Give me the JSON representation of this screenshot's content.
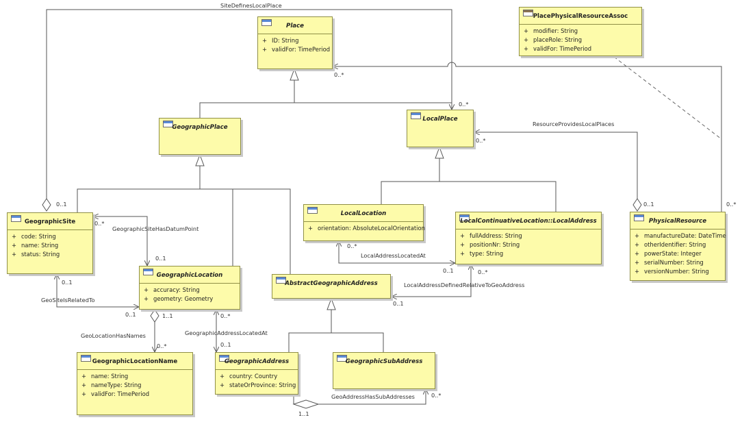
{
  "classes": {
    "place": {
      "name": "Place",
      "attributes": [
        {
          "visibility": "+",
          "text": "ID: String"
        },
        {
          "visibility": "+",
          "text": "validFor: TimePeriod"
        }
      ]
    },
    "place_physical_resource_assoc": {
      "name": "PlacePhysicalResourceAssoc",
      "attributes": [
        {
          "visibility": "+",
          "text": "modifier: String"
        },
        {
          "visibility": "+",
          "text": "placeRole: String"
        },
        {
          "visibility": "+",
          "text": "validFor: TimePeriod"
        }
      ]
    },
    "geographic_place": {
      "name": "GeographicPlace"
    },
    "local_place": {
      "name": "LocalPlace"
    },
    "geographic_site": {
      "name": "GeographicSite",
      "attributes": [
        {
          "visibility": "+",
          "text": "code: String"
        },
        {
          "visibility": "+",
          "text": "name: String"
        },
        {
          "visibility": "+",
          "text": "status: String"
        }
      ]
    },
    "local_location": {
      "name": "LocalLocation",
      "attributes": [
        {
          "visibility": "+",
          "text": "orientation: AbsoluteLocalOrientation"
        }
      ]
    },
    "local_continuative_location": {
      "name": "LocalContinuativeLocation::LocalAddress",
      "attributes": [
        {
          "visibility": "+",
          "text": "fullAddress: String"
        },
        {
          "visibility": "+",
          "text": "positionNr: String"
        },
        {
          "visibility": "+",
          "text": "type: String"
        }
      ]
    },
    "physical_resource": {
      "name": "PhysicalResource",
      "attributes": [
        {
          "visibility": "+",
          "text": "manufactureDate: DateTime"
        },
        {
          "visibility": "+",
          "text": "otherIdentifier: String"
        },
        {
          "visibility": "+",
          "text": "powerState: Integer"
        },
        {
          "visibility": "+",
          "text": "serialNumber: String"
        },
        {
          "visibility": "+",
          "text": "versionNumber: String"
        }
      ]
    },
    "geographic_location": {
      "name": "GeographicLocation",
      "attributes": [
        {
          "visibility": "+",
          "text": "accuracy: String"
        },
        {
          "visibility": "+",
          "text": "geometry: Geometry"
        }
      ]
    },
    "abstract_geographic_address": {
      "name": "AbstractGeographicAddress"
    },
    "geographic_location_name": {
      "name": "GeographicLocationName",
      "attributes": [
        {
          "visibility": "+",
          "text": "name: String"
        },
        {
          "visibility": "+",
          "text": "nameType: String"
        },
        {
          "visibility": "+",
          "text": "validFor: TimePeriod"
        }
      ]
    },
    "geographic_address": {
      "name": "GeographicAddress",
      "attributes": [
        {
          "visibility": "+",
          "text": "country: Country"
        },
        {
          "visibility": "+",
          "text": "stateOrProvince: String"
        }
      ]
    },
    "geographic_sub_address": {
      "name": "GeographicSubAddress"
    }
  },
  "associations": {
    "site_defines_local_place": "SiteDefinesLocalPlace",
    "resource_provides_local_places": "ResourceProvidesLocalPlaces",
    "geographic_site_has_datum_point": "GeographicSiteHasDatumPoint",
    "geo_site_is_related_to": "GeoSiteIsRelatedTo",
    "local_address_located_at": "LocalAddressLocatedAt",
    "local_address_defined_relative_to_geo_address": "LocalAddressDefinedRelativeToGeoAddress",
    "geo_location_has_names": "GeoLocationHasNames",
    "geographic_address_located_at": "GeographicAddressLocatedAt",
    "geo_address_has_sub_addresses": "GeoAddressHasSubAddresses"
  },
  "multiplicities": {
    "place_many": "0..*",
    "local_place_top": "0..*",
    "local_place_right": "0..*",
    "site_diamond": "0..1",
    "phys_diamond": "0..1",
    "phys_top": "0..*",
    "site_right": "0..*",
    "geoloc_top": "0..1",
    "site_bottom": "0..1",
    "geoloc_left": "0..1",
    "geoloc_diamond": "1..1",
    "geoloc_right": "0..*",
    "locname_top": "0..*",
    "local_location_bottom": "0..*",
    "lcl_left": "0..1",
    "lcl_bottom": "0..*",
    "aga_right": "0..1",
    "geoaddr_top": "0..1",
    "geoaddr_diamond": "1..1",
    "subaddr_right": "0..*"
  }
}
